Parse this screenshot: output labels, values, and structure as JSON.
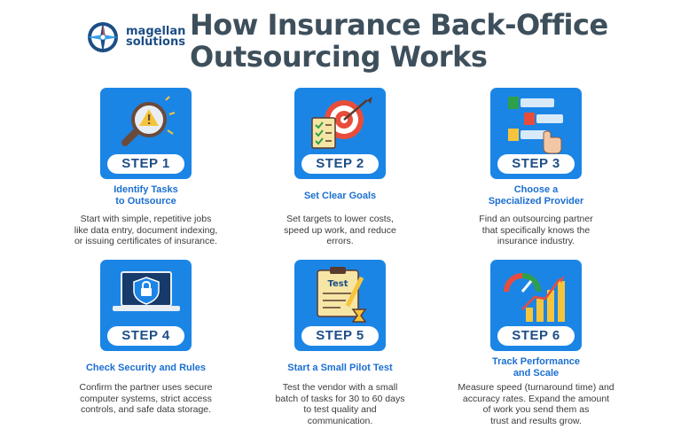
{
  "brand": {
    "line1": "magellan",
    "line2": "solutions"
  },
  "header": {
    "title_line1": "How Insurance Back-Office",
    "title_line2": "Outsourcing Works"
  },
  "steps": [
    {
      "badge": "STEP 1",
      "title_line1": "Identify Tasks",
      "title_line2": "to Outsource",
      "desc": [
        "Start with simple, repetitive jobs",
        "like data entry, document indexing,",
        "or issuing certificates of insurance."
      ],
      "icon": "magnifier-warning-icon"
    },
    {
      "badge": "STEP 2",
      "title_line1": "Set Clear Goals",
      "title_line2": "",
      "desc": [
        "Set targets to lower costs,",
        "speed up work, and reduce",
        "errors."
      ],
      "icon": "target-checklist-icon"
    },
    {
      "badge": "STEP 3",
      "title_line1": "Choose a",
      "title_line2": "Specialized Provider",
      "desc": [
        "Find an outsourcing partner",
        "that specifically knows the",
        "insurance industry."
      ],
      "icon": "numbered-list-select-icon"
    },
    {
      "badge": "STEP 4",
      "title_line1": "Check Security and Rules",
      "title_line2": "",
      "desc": [
        "Confirm the partner uses secure",
        "computer systems, strict access",
        "controls, and safe data storage."
      ],
      "icon": "laptop-shield-lock-icon"
    },
    {
      "badge": "STEP 5",
      "title_line1": "Start a Small Pilot Test",
      "title_line2": "",
      "desc": [
        "Test the vendor with a small",
        "batch of tasks for 30 to 60 days",
        "to test quality and",
        "communication."
      ],
      "icon": "test-clipboard-hourglass-icon",
      "icon_text": "Test"
    },
    {
      "badge": "STEP 6",
      "title_line1": "Track Performance",
      "title_line2": "and Scale",
      "desc": [
        "Measure speed (turnaround time) and",
        "accuracy rates. Expand the amount",
        "of work you send them as",
        "trust and results grow."
      ],
      "icon": "gauge-growth-chart-icon"
    }
  ],
  "colors": {
    "card_blue": "#1b85e6",
    "title_blue": "#1b6fd1",
    "badge_text": "#1d4e86",
    "heading": "#3e4f5c"
  }
}
